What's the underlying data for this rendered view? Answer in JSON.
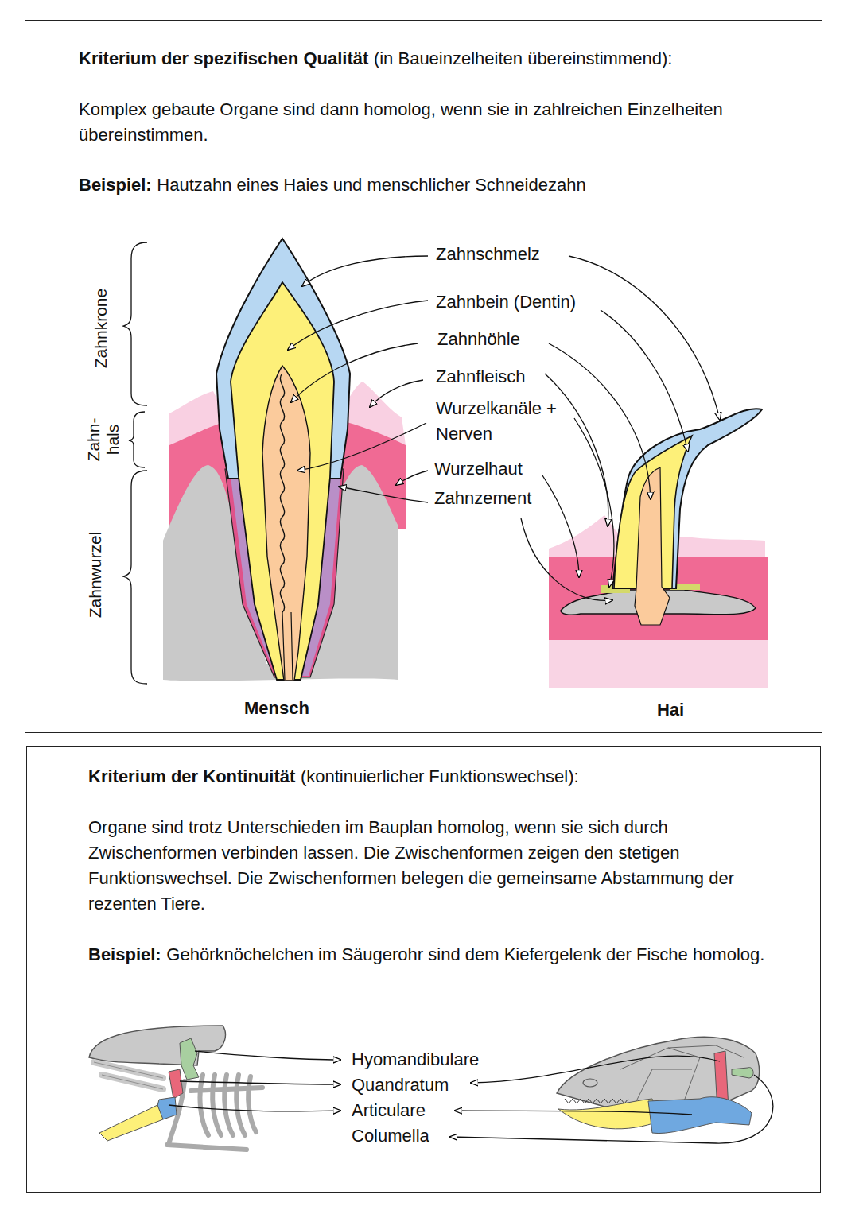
{
  "diagram": {
    "nodes": [
      {
        "text": [
          "Kriterium der spezifischen Qualität",
          "(in Baueinzelheiten übereinstimmend):",
          "Komplex gebaute Organe sind dann homolog, wenn sie in zahlreichen Einzelheiten übereinstimmen.",
          "Beispiel:",
          "Hautzahn eines Haies und menschlicher Schneidezahn"
        ]
      },
      {
        "text": [
          "Kriterium der Kontinuität",
          "(kontinuierlicher Funktionswechsel):",
          "Organe sind trotz Unterschieden im Bauplan homolog, wenn sie sich durch Zwischenformen verbinden lassen. Die Zwischenformen zeigen den stetigen Funktionswechsel. Die Zwischenformen belegen die gemeinsame Abstammung der rezenten Tiere.",
          "Beispiel:",
          "Gehörknöchelchen im Säugerohr sind dem Kiefergelenk der Fische homolog."
        ]
      }
    ],
    "labels": [
      "Zahnschmelz",
      "Zahnbein (Dentin)",
      "Zahnhöhle",
      "Zahnfleisch",
      "Wurzelkanäle + Nerven",
      "Wurzelhaut",
      "Zahnzement",
      "Zahnkrone",
      "Zahn-hals",
      "Zahnwurzel",
      "Mensch",
      "Hai",
      "Hyomandibulare",
      "Quandratum",
      "Articulare",
      "Columella"
    ]
  }
}
